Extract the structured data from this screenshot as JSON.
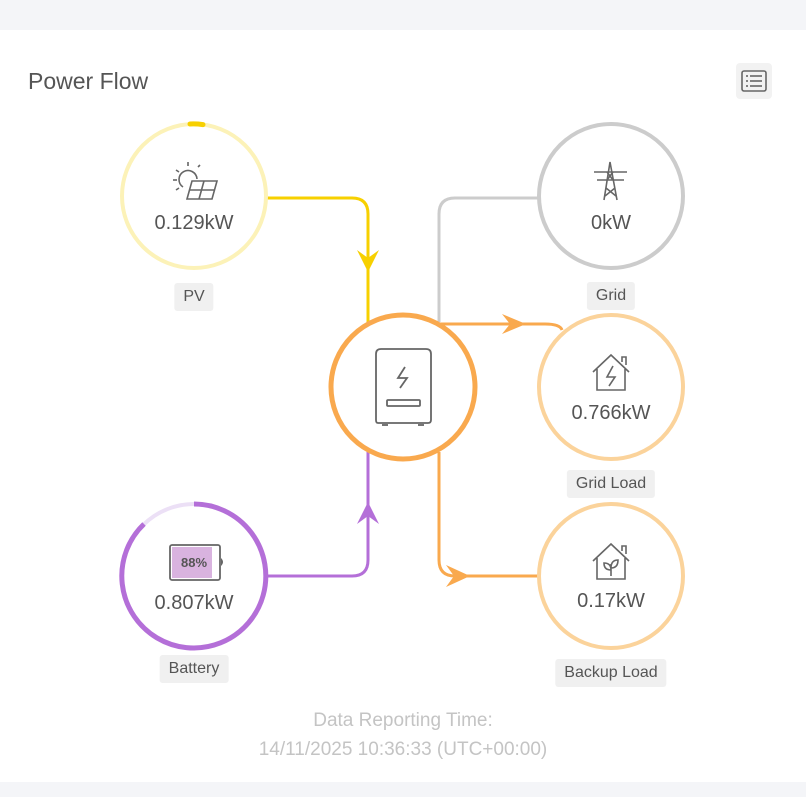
{
  "header": {
    "title": "Power Flow",
    "menu_icon": "list-icon"
  },
  "nodes": {
    "pv": {
      "label": "PV",
      "value": "0.129kW",
      "icon": "solar-panel-icon",
      "ring_fraction": 0.03
    },
    "grid": {
      "label": "Grid",
      "value": "0kW",
      "icon": "power-tower-icon"
    },
    "grid_load": {
      "label": "Grid Load",
      "value": "0.766kW",
      "icon": "house-lightning-icon"
    },
    "battery": {
      "label": "Battery",
      "value": "0.807kW",
      "soc": "88%",
      "soc_fraction": 0.88,
      "icon": "battery-icon"
    },
    "backup_load": {
      "label": "Backup Load",
      "value": "0.17kW",
      "icon": "house-leaf-icon"
    },
    "inverter": {
      "icon": "inverter-icon"
    }
  },
  "colors": {
    "pv": "#f7d000",
    "pv_light": "#fcf2b8",
    "grid": "#cccccc",
    "load": "#f9a94e",
    "load_light": "#fbd39b",
    "battery": "#b46fd8",
    "battery_light": "#ece0f6"
  },
  "footer": {
    "line1": "Data Reporting Time:",
    "line2": "14/11/2025 10:36:33 (UTC+00:00)"
  }
}
